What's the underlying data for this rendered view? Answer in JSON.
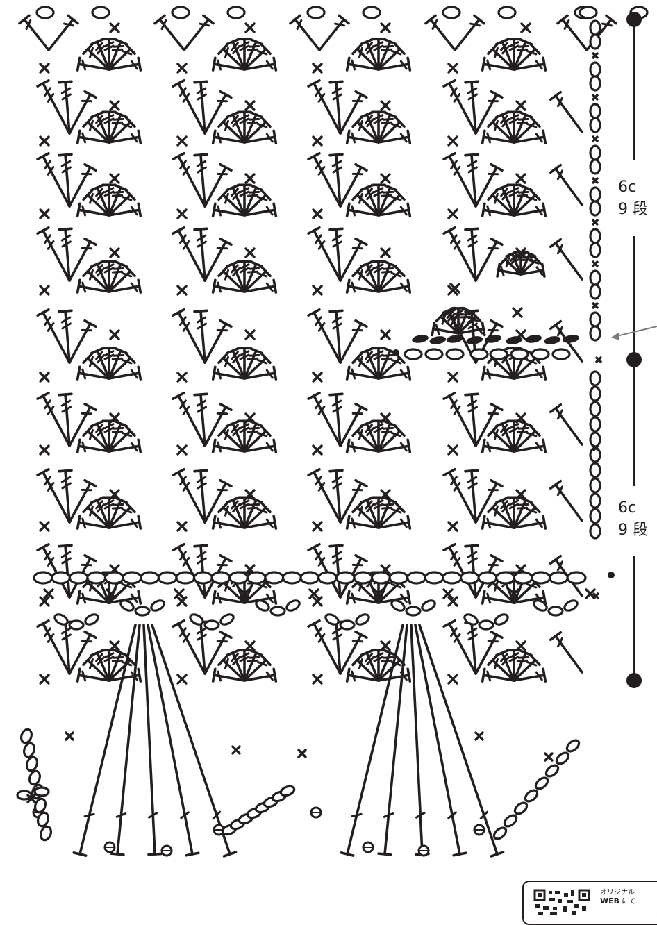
{
  "sections": [
    {
      "size": "6c",
      "rows": "9 段"
    },
    {
      "size": "6c",
      "rows": "9 段"
    }
  ],
  "qr_panel": {
    "line1": "オリジナル",
    "line2_bold": "WEB",
    "line2_rest": " にて"
  },
  "colors": {
    "ink": "#231f20",
    "arrow": "#7a7a7a"
  },
  "symbols": [
    "chain-stitch",
    "single-crochet",
    "treble-crochet",
    "double-crochet",
    "slip-stitch",
    "picot"
  ]
}
